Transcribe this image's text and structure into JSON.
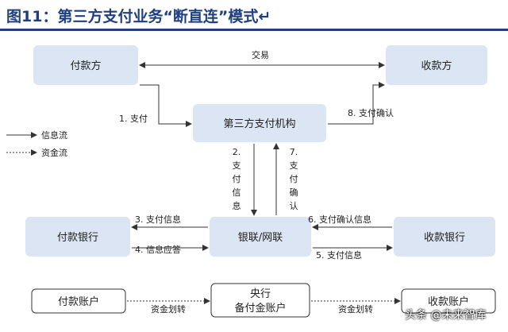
{
  "title": "图11：第三方支付业务“断直连”模式↵",
  "nodes": {
    "payer": "付款方",
    "payee": "收款方",
    "third_party": "第三方支付机构",
    "payer_bank": "付款银行",
    "unionpay": "银联/网联",
    "payee_bank": "收款银行",
    "payer_account": "付款账户",
    "central_bank_line1": "央行",
    "central_bank_line2": "备付金账户",
    "payee_account": "收款账户"
  },
  "edges": {
    "trade": "交易",
    "pay1": "1. 支付",
    "confirm8": "8. 支付确认",
    "pay2": [
      "2.",
      "支",
      "付",
      "信",
      "息"
    ],
    "confirm7": [
      "7.",
      "支",
      "付",
      "确",
      "认"
    ],
    "info3": "3. 支付信息",
    "resp4": "4. 信息应答",
    "confirm_info6": "6. 支付确认信息",
    "info5": "5. 支付信息",
    "transfer_left": "资金划转",
    "transfer_right": "资金划转"
  },
  "legend": {
    "info_flow": "信息流",
    "fund_flow": "资金流"
  },
  "watermark": "头条 @未来智库",
  "colors": {
    "title": "#1f3f80",
    "box_fill": "#dbe5f3",
    "line": "#333333"
  }
}
